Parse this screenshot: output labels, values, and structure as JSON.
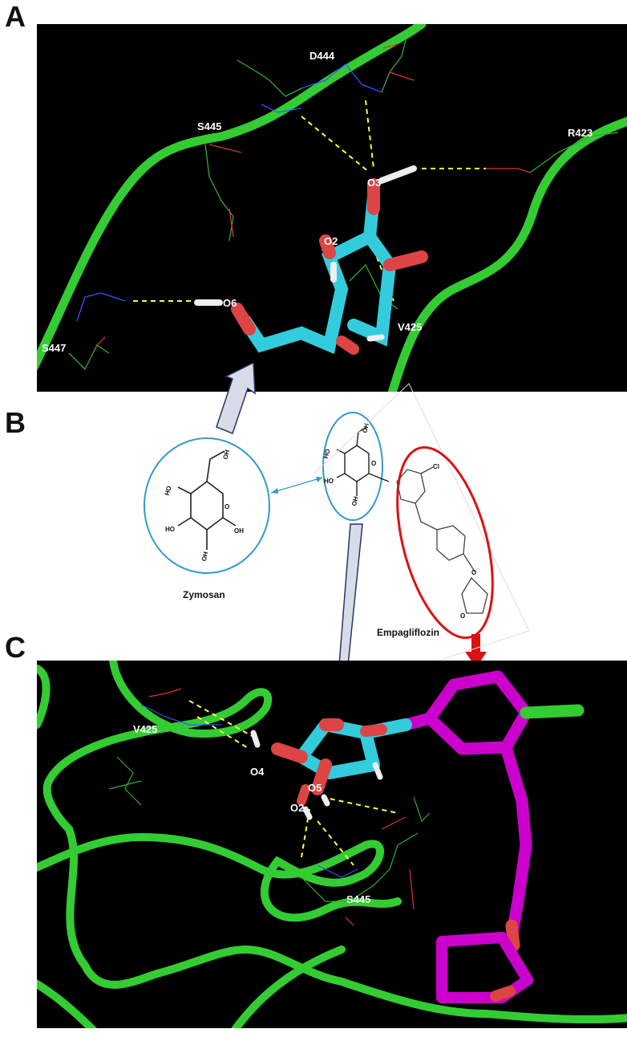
{
  "panels": {
    "a": {
      "letter": "A",
      "residues": [
        "D444",
        "S445",
        "R423",
        "S447",
        "V425"
      ],
      "atoms": [
        "O3",
        "O2",
        "O6"
      ]
    },
    "b": {
      "letter": "B",
      "zymosan_label": "Zymosan",
      "empagliflozin_label": "Empagliflozin",
      "hydroxyl": "HO",
      "oh": "OH",
      "ring_o": "O",
      "cl": "Cl"
    },
    "c": {
      "letter": "C",
      "residues": [
        "V425",
        "S445"
      ],
      "atoms": [
        "O4",
        "O5",
        "O2"
      ]
    }
  },
  "colors": {
    "ribbon": "#33cc33",
    "ligand_sugar": "#33ccdd",
    "oxygen": "#dd4444",
    "hydrogen": "#eeeeee",
    "aglycone": "#cc00cc",
    "hbond": "#ffff33",
    "highlight_blue": "#3399cc",
    "highlight_red": "#dd1111",
    "arrow_fill": "#d8dce8"
  }
}
